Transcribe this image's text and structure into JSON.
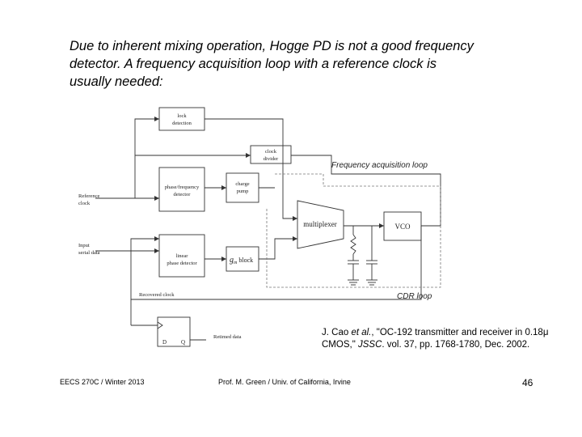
{
  "intro": {
    "line1": "Due to inherent mixing operation, Hogge PD is not a good frequency",
    "line2": "detector.  A frequency acquisition loop with a reference clock is",
    "line3": "usually needed:"
  },
  "diagram": {
    "lock_detection": [
      "lock",
      "detection"
    ],
    "clock_divider": [
      "clock",
      "divider"
    ],
    "phase_freq_detector": [
      "phase/frequency",
      "detector"
    ],
    "charge_pump": [
      "charge",
      "pump"
    ],
    "linear_pd": [
      "linear",
      "phase detector"
    ],
    "gm_block_g": "g",
    "gm_block_sub": "m",
    "gm_block_text": "block",
    "multiplexer": "multiplexer",
    "vco": "VCO",
    "reference_clock": [
      "Reference",
      "clock"
    ],
    "input_serial_data": [
      "Input",
      "serial data"
    ],
    "recovered_clock": "Recovered clock",
    "retimed_data": "Retimed data",
    "dff_d": "D",
    "dff_q": "Q",
    "freq_loop_label": "Frequency acquisition loop",
    "cdr_loop_label": "CDR loop"
  },
  "citation": {
    "authors": "J. Cao ",
    "etal": "et al.",
    "title": ", \"OC-192 transmitter and receiver in 0.18",
    "mu": "μ",
    "line2_start": "CMOS,\" ",
    "journal": "JSSC",
    "line2_end": ". vol. 37, pp. 1768-1780, Dec. 2002."
  },
  "footer": {
    "course": "EECS 270C / Winter 2013",
    "author": "Prof. M. Green / Univ. of California, Irvine",
    "page": "46"
  }
}
